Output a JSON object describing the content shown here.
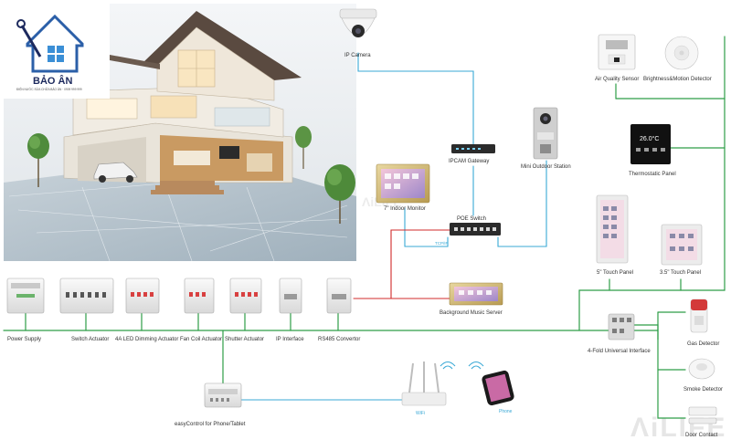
{
  "brand": {
    "name": "BẢO ÂN",
    "tagline": "ĐIỆN NƯỚC SỬA CHỮA BẢO ÂN · 0909 999 999"
  },
  "colors": {
    "bus_green": "#2e9e48",
    "ethernet_blue": "#3aa9d6",
    "audio_red": "#d02b2b"
  },
  "modules": [
    {
      "id": "power-supply",
      "label": "Power Supply"
    },
    {
      "id": "switch-actuator",
      "label": "Switch Actuator"
    },
    {
      "id": "led-dimming-actuator",
      "label": "4A LED Dimming Actuator"
    },
    {
      "id": "fan-coil-actuator",
      "label": "Fan Coil Actuator"
    },
    {
      "id": "shutter-actuator",
      "label": "Shutter Actuator"
    },
    {
      "id": "ip-interface",
      "label": "IP Interface"
    },
    {
      "id": "rs485-convertor",
      "label": "RS485 Convertor"
    }
  ],
  "devices": {
    "ip_camera": "IP Camera",
    "ipcam_gateway": "IPCAM Gateway",
    "indoor_monitor": "7\" Indoor Monitor",
    "poe_switch": "POE Switch",
    "poe_link": "TCP/IP",
    "mini_outdoor_station": "Mini Outdoor Station",
    "background_music_server": "Background Music Server",
    "air_quality_sensor": "Air Quality Sensor",
    "brightness_motion_detector": "Brightness&Motion Detector",
    "thermostatic_panel": "Thermostatic Panel",
    "touch_panel_5": "5\" Touch Panel",
    "touch_panel_35": "3.5\" Touch Panel",
    "universal_interface": "4-Fold Universal Interface",
    "gas_detector": "Gas Detector",
    "smoke_detector": "Smoke Detector",
    "door_contact": "Door Contact",
    "easy_control": "easyControl for Phone/Tablet",
    "wifi": "WiFi",
    "phone": "Phone"
  },
  "thermostat_readout": "26.0°C"
}
